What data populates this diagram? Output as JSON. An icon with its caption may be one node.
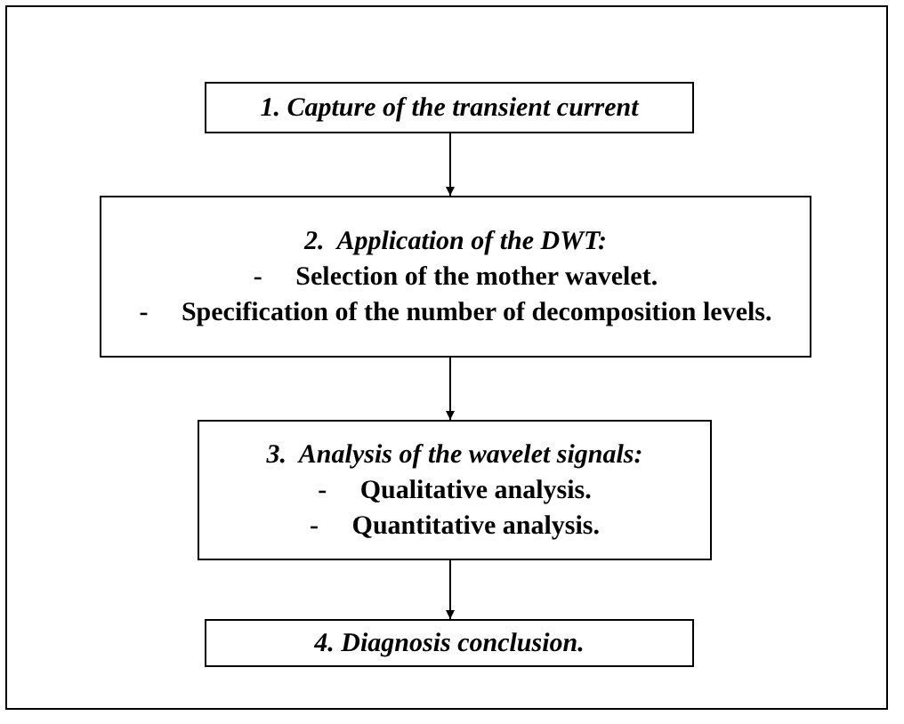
{
  "diagram": {
    "nodes": [
      {
        "text": [
          "1. Capture of the transient current"
        ]
      },
      {
        "text": [
          "2.  Application of the DWT:",
          "-     Selection of the mother wavelet.",
          "-     Specification of the number of decomposition levels."
        ]
      },
      {
        "text": [
          "3.  Analysis of the wavelet signals:",
          "-     Qualitative analysis.",
          "-     Quantitative analysis."
        ]
      },
      {
        "text": [
          "4. Diagnosis conclusion."
        ]
      }
    ],
    "edges": [
      {
        "from": 0,
        "to": 1,
        "arrow": "to"
      },
      {
        "from": 1,
        "to": 2,
        "arrow": "to"
      },
      {
        "from": 2,
        "to": 3,
        "arrow": "to"
      }
    ]
  }
}
